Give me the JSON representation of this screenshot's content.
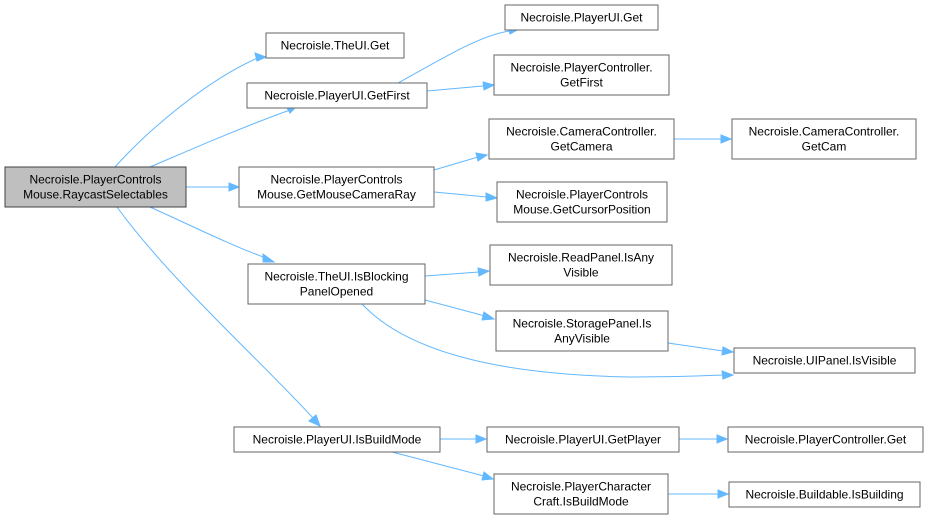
{
  "colors": {
    "edge": "#63b8ff",
    "root_fill": "#bfbfbf",
    "node_fill": "#ffffff",
    "node_border": "#666666"
  },
  "nodes": {
    "raycast": [
      "Necroisle.PlayerControls",
      "Mouse.RaycastSelectables"
    ],
    "theui_get": [
      "Necroisle.TheUI.Get"
    ],
    "playerui_getfirst": [
      "Necroisle.PlayerUI.GetFirst"
    ],
    "playerui_get": [
      "Necroisle.PlayerUI.Get"
    ],
    "playercontroller_getfirst": [
      "Necroisle.PlayerController.",
      "GetFirst"
    ],
    "getmousecameraray": [
      "Necroisle.PlayerControls",
      "Mouse.GetMouseCameraRay"
    ],
    "cameracontroller_getcamera": [
      "Necroisle.CameraController.",
      "GetCamera"
    ],
    "cameracontroller_getcam": [
      "Necroisle.CameraController.",
      "GetCam"
    ],
    "getcursorposition": [
      "Necroisle.PlayerControls",
      "Mouse.GetCursorPosition"
    ],
    "isblockingpanelopened": [
      "Necroisle.TheUI.IsBlocking",
      "PanelOpened"
    ],
    "readpanel_isanyvisible": [
      "Necroisle.ReadPanel.IsAny",
      "Visible"
    ],
    "storagepanel_isanyvisible": [
      "Necroisle.StoragePanel.Is",
      "AnyVisible"
    ],
    "uipanel_isvisible": [
      "Necroisle.UIPanel.IsVisible"
    ],
    "isbuildmode": [
      "Necroisle.PlayerUI.IsBuildMode"
    ],
    "getplayer": [
      "Necroisle.PlayerUI.GetPlayer"
    ],
    "playercontroller_get": [
      "Necroisle.PlayerController.Get"
    ],
    "playercharactercraft_isbuildmode": [
      "Necroisle.PlayerCharacter",
      "Craft.IsBuildMode"
    ],
    "buildable_isbuilding": [
      "Necroisle.Buildable.IsBuilding"
    ]
  },
  "edges": [
    [
      "raycast",
      "theui_get"
    ],
    [
      "raycast",
      "playerui_getfirst"
    ],
    [
      "raycast",
      "getmousecameraray"
    ],
    [
      "raycast",
      "isblockingpanelopened"
    ],
    [
      "raycast",
      "isbuildmode"
    ],
    [
      "playerui_getfirst",
      "playerui_get"
    ],
    [
      "playerui_getfirst",
      "playercontroller_getfirst"
    ],
    [
      "getmousecameraray",
      "cameracontroller_getcamera"
    ],
    [
      "getmousecameraray",
      "getcursorposition"
    ],
    [
      "cameracontroller_getcamera",
      "cameracontroller_getcam"
    ],
    [
      "isblockingpanelopened",
      "readpanel_isanyvisible"
    ],
    [
      "isblockingpanelopened",
      "storagepanel_isanyvisible"
    ],
    [
      "isblockingpanelopened",
      "uipanel_isvisible"
    ],
    [
      "storagepanel_isanyvisible",
      "uipanel_isvisible"
    ],
    [
      "isbuildmode",
      "getplayer"
    ],
    [
      "isbuildmode",
      "playercharactercraft_isbuildmode"
    ],
    [
      "getplayer",
      "playercontroller_get"
    ],
    [
      "playercharactercraft_isbuildmode",
      "buildable_isbuilding"
    ]
  ]
}
